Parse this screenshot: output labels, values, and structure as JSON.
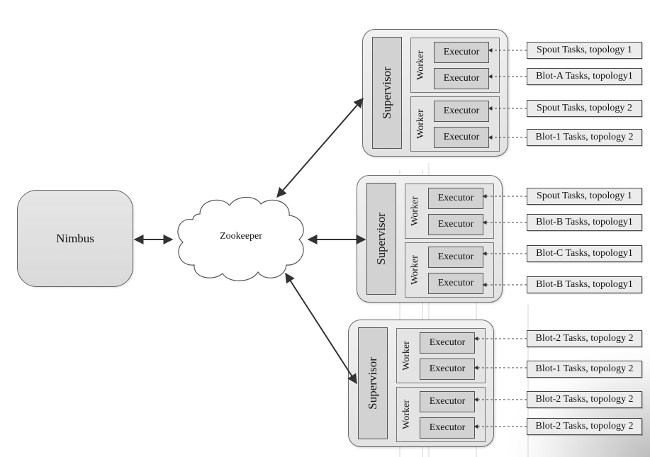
{
  "nimbus": {
    "label": "Nimbus"
  },
  "zookeeper": {
    "label": "Zookeeper"
  },
  "nodes": [
    {
      "supervisor": "Supervisor",
      "workers": [
        {
          "label": "Worker",
          "executors": [
            "Executor",
            "Executor"
          ]
        },
        {
          "label": "Worker",
          "executors": [
            "Executor",
            "Executor"
          ]
        }
      ]
    },
    {
      "supervisor": "Supervisor",
      "workers": [
        {
          "label": "Worker",
          "executors": [
            "Executor",
            "Executor"
          ]
        },
        {
          "label": "Worker",
          "executors": [
            "Executor",
            "Executor"
          ]
        }
      ]
    },
    {
      "supervisor": "Supervisor",
      "workers": [
        {
          "label": "Worker",
          "executors": [
            "Executor",
            "Executor"
          ]
        },
        {
          "label": "Worker",
          "executors": [
            "Executor",
            "Executor"
          ]
        }
      ]
    }
  ],
  "tasks": [
    "Spout Tasks, topology 1",
    "Blot-A Tasks, topology1",
    "Spout Tasks, topology 2",
    "Blot-1 Tasks, topology 2",
    "Spout Tasks, topology 1",
    "Blot-B Tasks, topology1",
    "Blot-C Tasks, topology1",
    "Blot-B Tasks, topology1",
    "Blot-2 Tasks, topology 2",
    "Blot-1 Tasks, topology 2",
    "Blot-2 Tasks, topology 2",
    "Blot-2 Tasks, topology 2"
  ]
}
